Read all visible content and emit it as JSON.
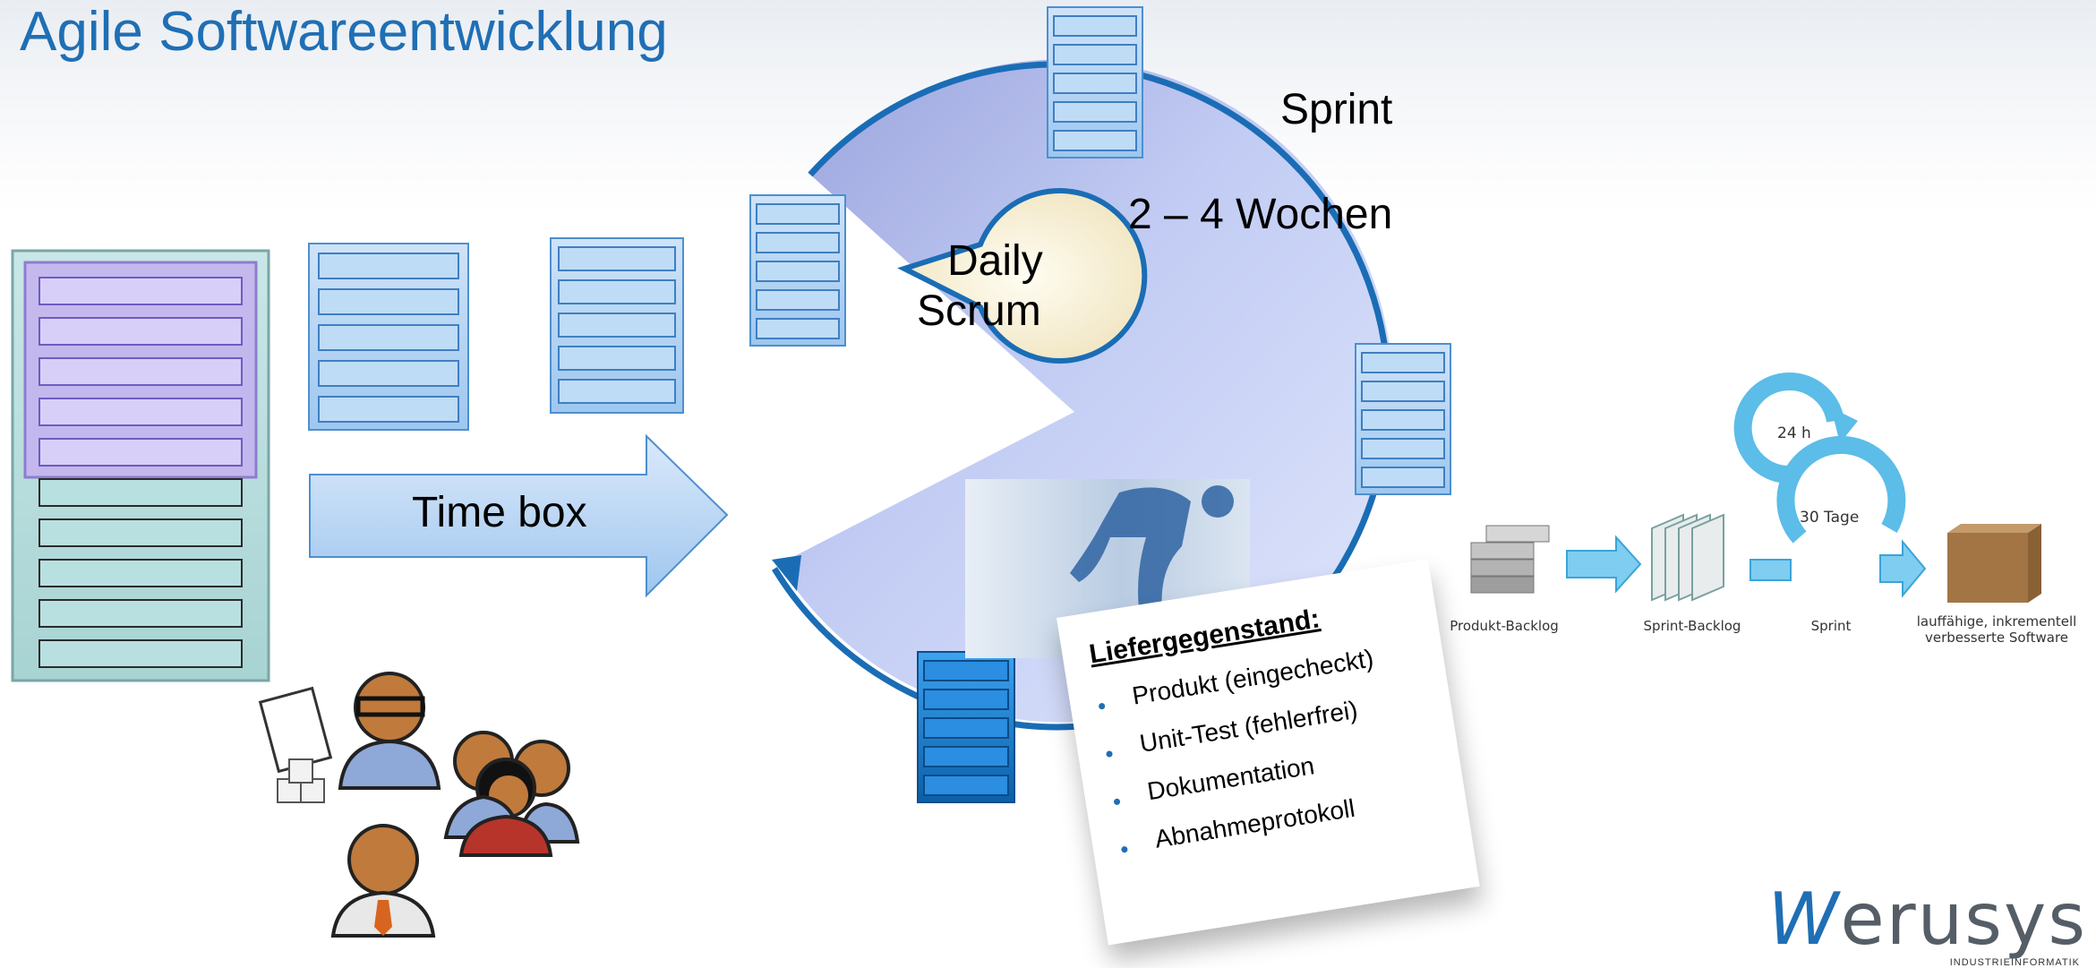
{
  "title": "Agile Softwareentwicklung",
  "sprint_label": "Sprint",
  "duration_label": "2 – 4 Wochen",
  "daily_scrum": {
    "line1": "Daily",
    "line2": "Scrum"
  },
  "timebox_label": "Time box",
  "deliverable": {
    "heading": "Liefergegenstand:",
    "items": [
      "Produkt (eingecheckt)",
      "Unit-Test (fehlerfrei)",
      "Dokumentation",
      "Abnahmeprotokoll"
    ]
  },
  "flow": {
    "cycle_24h": "24 h",
    "cycle_30d": "30 Tage",
    "labels": [
      "Produkt-Backlog",
      "Sprint-Backlog",
      "Sprint",
      "lauffähige, inkrementell verbesserte Software"
    ]
  },
  "logo": {
    "text": "erusys",
    "initial": "W",
    "subtitle": "INDUSTRIEINFORMATIK"
  },
  "colors": {
    "title": "#1f6fb5",
    "cycle": "#1a6db5",
    "cycle_fill": "#c4cff3",
    "card_blue": "#a9cdf2",
    "flow_blue": "#5bbde8"
  }
}
